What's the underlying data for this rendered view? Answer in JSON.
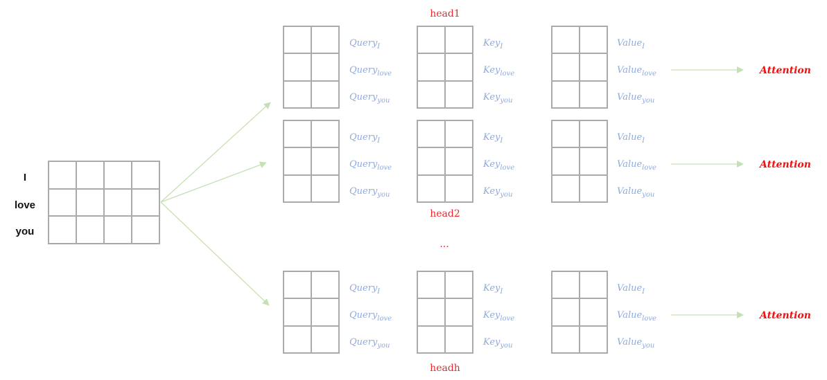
{
  "input": {
    "words": [
      "I",
      "love",
      "you"
    ]
  },
  "heads": [
    {
      "label": "head1",
      "query": [
        {
          "base": "Query",
          "sub": "I"
        },
        {
          "base": "Query",
          "sub": "love"
        },
        {
          "base": "Query",
          "sub": "you"
        }
      ],
      "key": [
        {
          "base": "Key",
          "sub": "I"
        },
        {
          "base": "Key",
          "sub": "love"
        },
        {
          "base": "Key",
          "sub": "you"
        }
      ],
      "value": [
        {
          "base": "Value",
          "sub": "I"
        },
        {
          "base": "Value",
          "sub": "love"
        },
        {
          "base": "Value",
          "sub": "you"
        }
      ],
      "output": "Attention"
    },
    {
      "label": "head2",
      "query": [
        {
          "base": "Query",
          "sub": "I"
        },
        {
          "base": "Query",
          "sub": "love"
        },
        {
          "base": "Query",
          "sub": "you"
        }
      ],
      "key": [
        {
          "base": "Key",
          "sub": "I"
        },
        {
          "base": "Key",
          "sub": "love"
        },
        {
          "base": "Key",
          "sub": "you"
        }
      ],
      "value": [
        {
          "base": "Value",
          "sub": "I"
        },
        {
          "base": "Value",
          "sub": "love"
        },
        {
          "base": "Value",
          "sub": "you"
        }
      ],
      "output": "Attention"
    },
    {
      "label": "headh",
      "query": [
        {
          "base": "Query",
          "sub": "I"
        },
        {
          "base": "Query",
          "sub": "love"
        },
        {
          "base": "Query",
          "sub": "you"
        }
      ],
      "key": [
        {
          "base": "Key",
          "sub": "I"
        },
        {
          "base": "Key",
          "sub": "love"
        },
        {
          "base": "Key",
          "sub": "you"
        }
      ],
      "value": [
        {
          "base": "Value",
          "sub": "I"
        },
        {
          "base": "Value",
          "sub": "love"
        },
        {
          "base": "Value",
          "sub": "you"
        }
      ],
      "output": "Attention"
    }
  ],
  "ellipsis": "...",
  "colors": {
    "grid": "#aaaaaa",
    "qkv_text": "#8faadc",
    "head_label": "#e8282b",
    "attention": "#ee1111",
    "arrow": "#c5e0b4"
  }
}
